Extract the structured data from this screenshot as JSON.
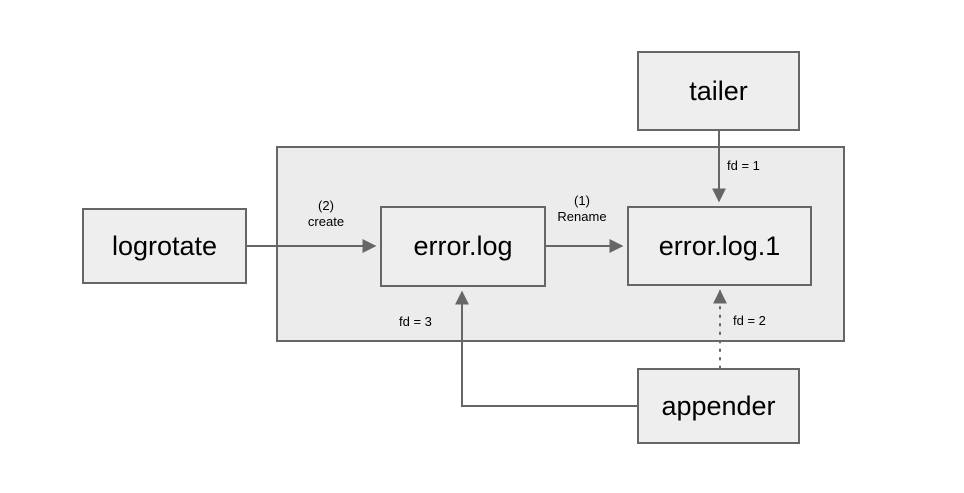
{
  "diagram": {
    "title": "log rotation file descriptor diagram",
    "background_color": "#ffffff",
    "node_fill": "#eeeeee",
    "node_stroke": "#666666",
    "group_fill": "#ececec",
    "group_stroke": "#666666",
    "edge_color": "#666666",
    "text_color": "#000000"
  },
  "group": {
    "name": "filesystem-group",
    "label": ""
  },
  "nodes": [
    {
      "id": "logrotate",
      "label": "logrotate"
    },
    {
      "id": "error_log",
      "label": "error.log"
    },
    {
      "id": "error_log_1",
      "label": "error.log.1"
    },
    {
      "id": "tailer",
      "label": "tailer"
    },
    {
      "id": "appender",
      "label": "appender"
    }
  ],
  "edges": [
    {
      "id": "create",
      "from": "logrotate",
      "to": "error_log",
      "label_line1": "(2)",
      "label_line2": "create",
      "style": "solid"
    },
    {
      "id": "rename",
      "from": "error_log",
      "to": "error_log_1",
      "label_line1": "(1)",
      "label_line2": "Rename",
      "style": "solid"
    },
    {
      "id": "fd1",
      "from": "tailer",
      "to": "error_log_1",
      "label": "fd = 1",
      "style": "solid"
    },
    {
      "id": "fd2",
      "from": "appender",
      "to": "error_log_1",
      "label": "fd = 2",
      "style": "dotted"
    },
    {
      "id": "fd3",
      "from": "appender",
      "to": "error_log",
      "label": "fd = 3",
      "style": "solid"
    }
  ]
}
